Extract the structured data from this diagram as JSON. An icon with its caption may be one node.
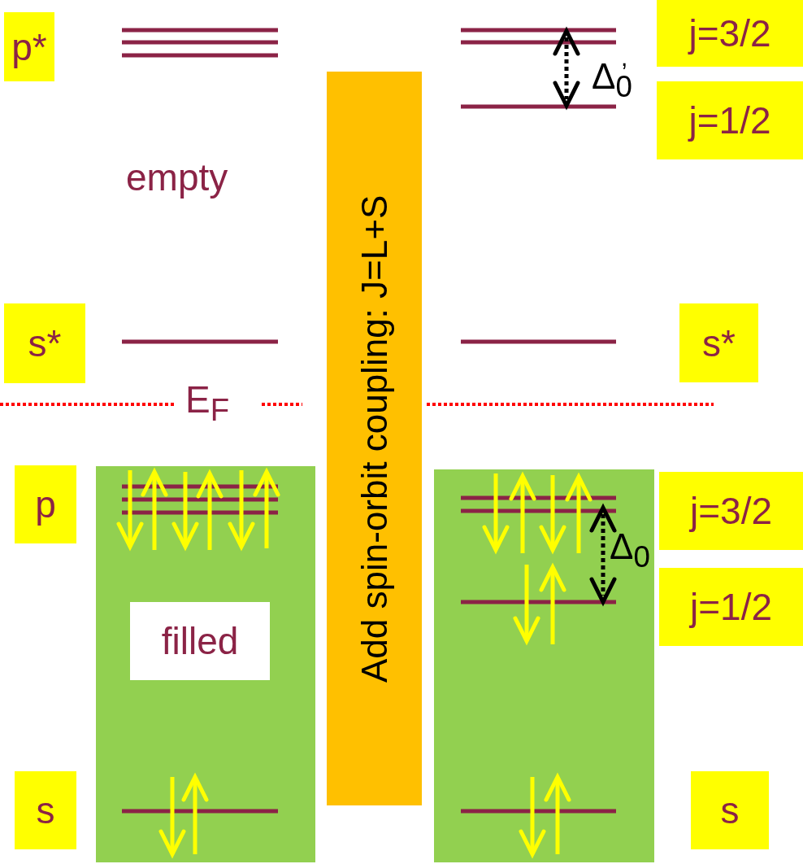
{
  "diagram": {
    "nodes": [
      {
        "text": [
          "p*"
        ]
      },
      {
        "text": [
          "s*"
        ]
      },
      {
        "text": [
          "p"
        ]
      },
      {
        "text": [
          "s"
        ]
      },
      {
        "text": [],
        "shape": "box"
      },
      {
        "text": [
          "filled"
        ],
        "in": 4
      },
      {
        "text": [
          "Add spin-orbit coupling: J=L+S"
        ]
      },
      {
        "text": [],
        "shape": "box"
      },
      {
        "text": [
          "j=3/2"
        ]
      },
      {
        "text": [
          "j=1/2"
        ]
      },
      {
        "text": [
          "s*"
        ]
      },
      {
        "text": [
          "j=3/2"
        ]
      },
      {
        "text": [
          "j=1/2"
        ]
      },
      {
        "text": [
          "s"
        ]
      }
    ],
    "edges": [],
    "labels": [
      "empty",
      "E$_{F}$",
      "Δ$_{0}$",
      ",",
      "Δ$_{0}$"
    ]
  }
}
